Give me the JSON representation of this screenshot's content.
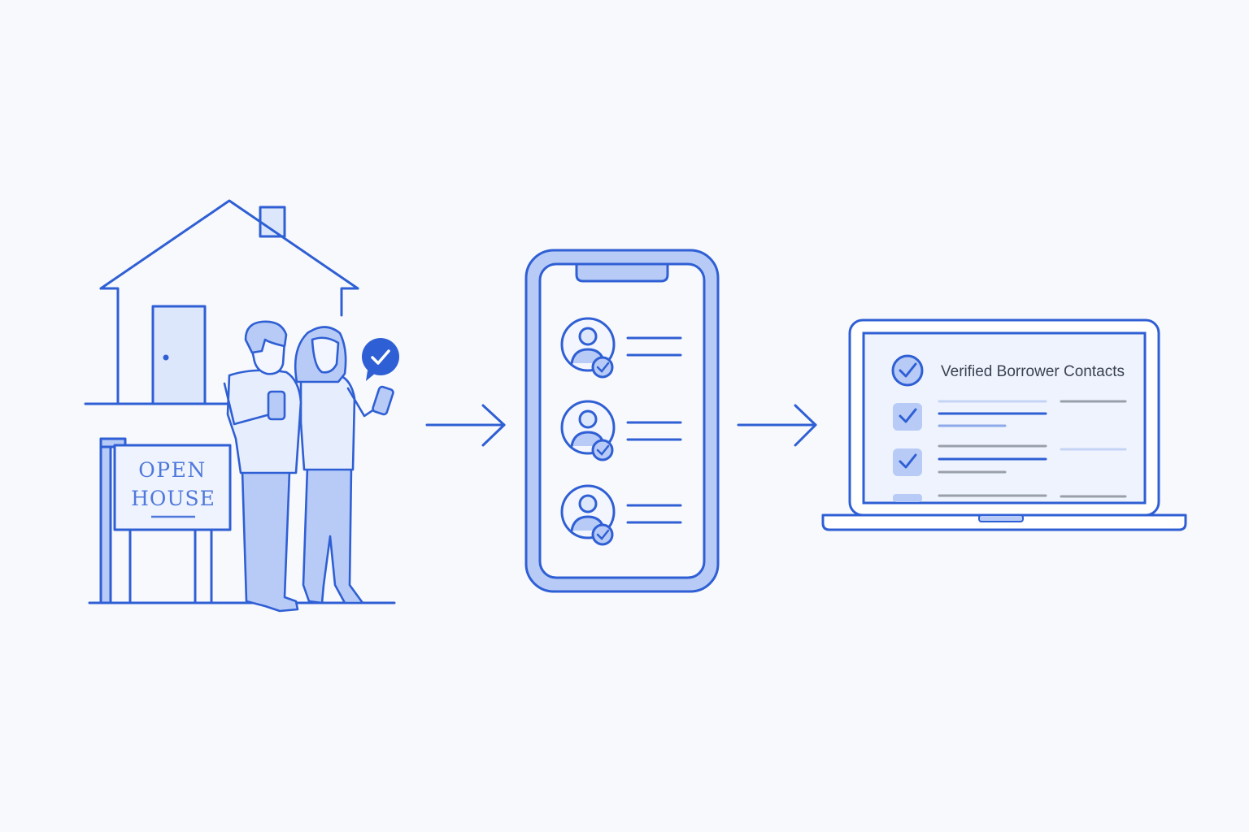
{
  "sign": {
    "line1": "OPEN",
    "line2": "HOUSE"
  },
  "laptop": {
    "title": "Verified Borrower Contacts"
  },
  "colors": {
    "primary": "#2f5fd4",
    "light_fill": "#dde7fb",
    "mid_fill": "#b7cbf6",
    "background": "#f8f9fc",
    "grey_line": "#9aa0ab"
  },
  "icons": [
    "house-icon",
    "open-house-sign",
    "couple-with-phones",
    "verified-check-badge",
    "arrow-right-icon",
    "smartphone-icon",
    "contact-avatar-icon",
    "laptop-icon",
    "checkbox-icon"
  ]
}
